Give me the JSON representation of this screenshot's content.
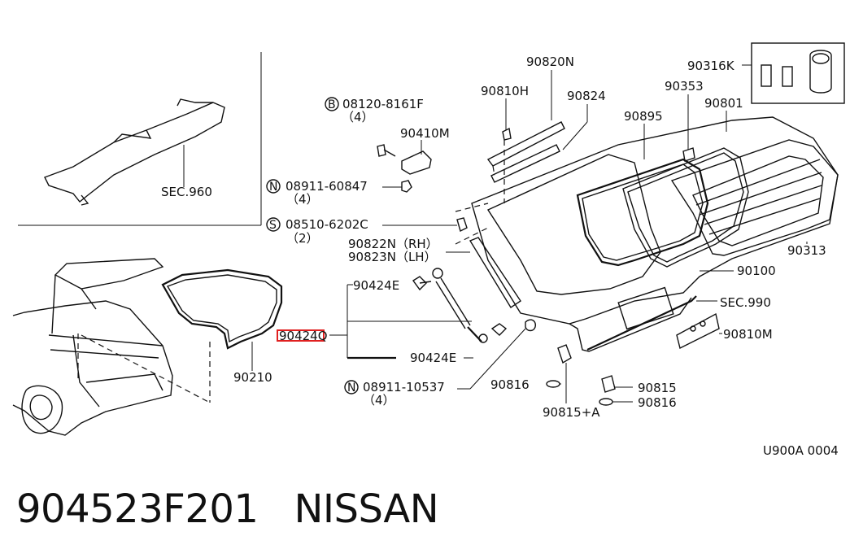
{
  "parts": {
    "p90820N": "90820N",
    "p90810H": "90810H",
    "p90824": "90824",
    "p90316K": "90316K",
    "p90353": "90353",
    "p90801": "90801",
    "p90895": "90895",
    "p90313": "90313",
    "p90100": "90100",
    "sec990": "SEC.990",
    "p90810M": "90810M",
    "p90815": "90815",
    "p90816b": "90816",
    "p90815A": "90815+A",
    "p90816a": "90816",
    "sec960": "SEC.960",
    "bolt": {
      "circle": "B",
      "code": "08120-8161F",
      "qty": "（4）"
    },
    "p90410M": "90410M",
    "nut1": {
      "circle": "N",
      "code": "08911-60847",
      "qty": "（4）"
    },
    "screw": {
      "circle": "S",
      "code": "08510-6202C",
      "qty": "（2）"
    },
    "p90822N": "90822N（RH）",
    "p90823N": "90823N（LH）",
    "p90424E_top": "90424E",
    "p90424Q": "90424Q",
    "p90424E_bot": "90424E",
    "p90210": "90210",
    "nut2": {
      "circle": "N",
      "code": "08911-10537",
      "qty": "（4）"
    },
    "diagram_code": "U900A 0004"
  },
  "footer": {
    "part_number": "904523F201",
    "brand": "NISSAN"
  },
  "colors": {
    "highlight": "#e02020",
    "ink": "#111111",
    "background": "#ffffff"
  }
}
